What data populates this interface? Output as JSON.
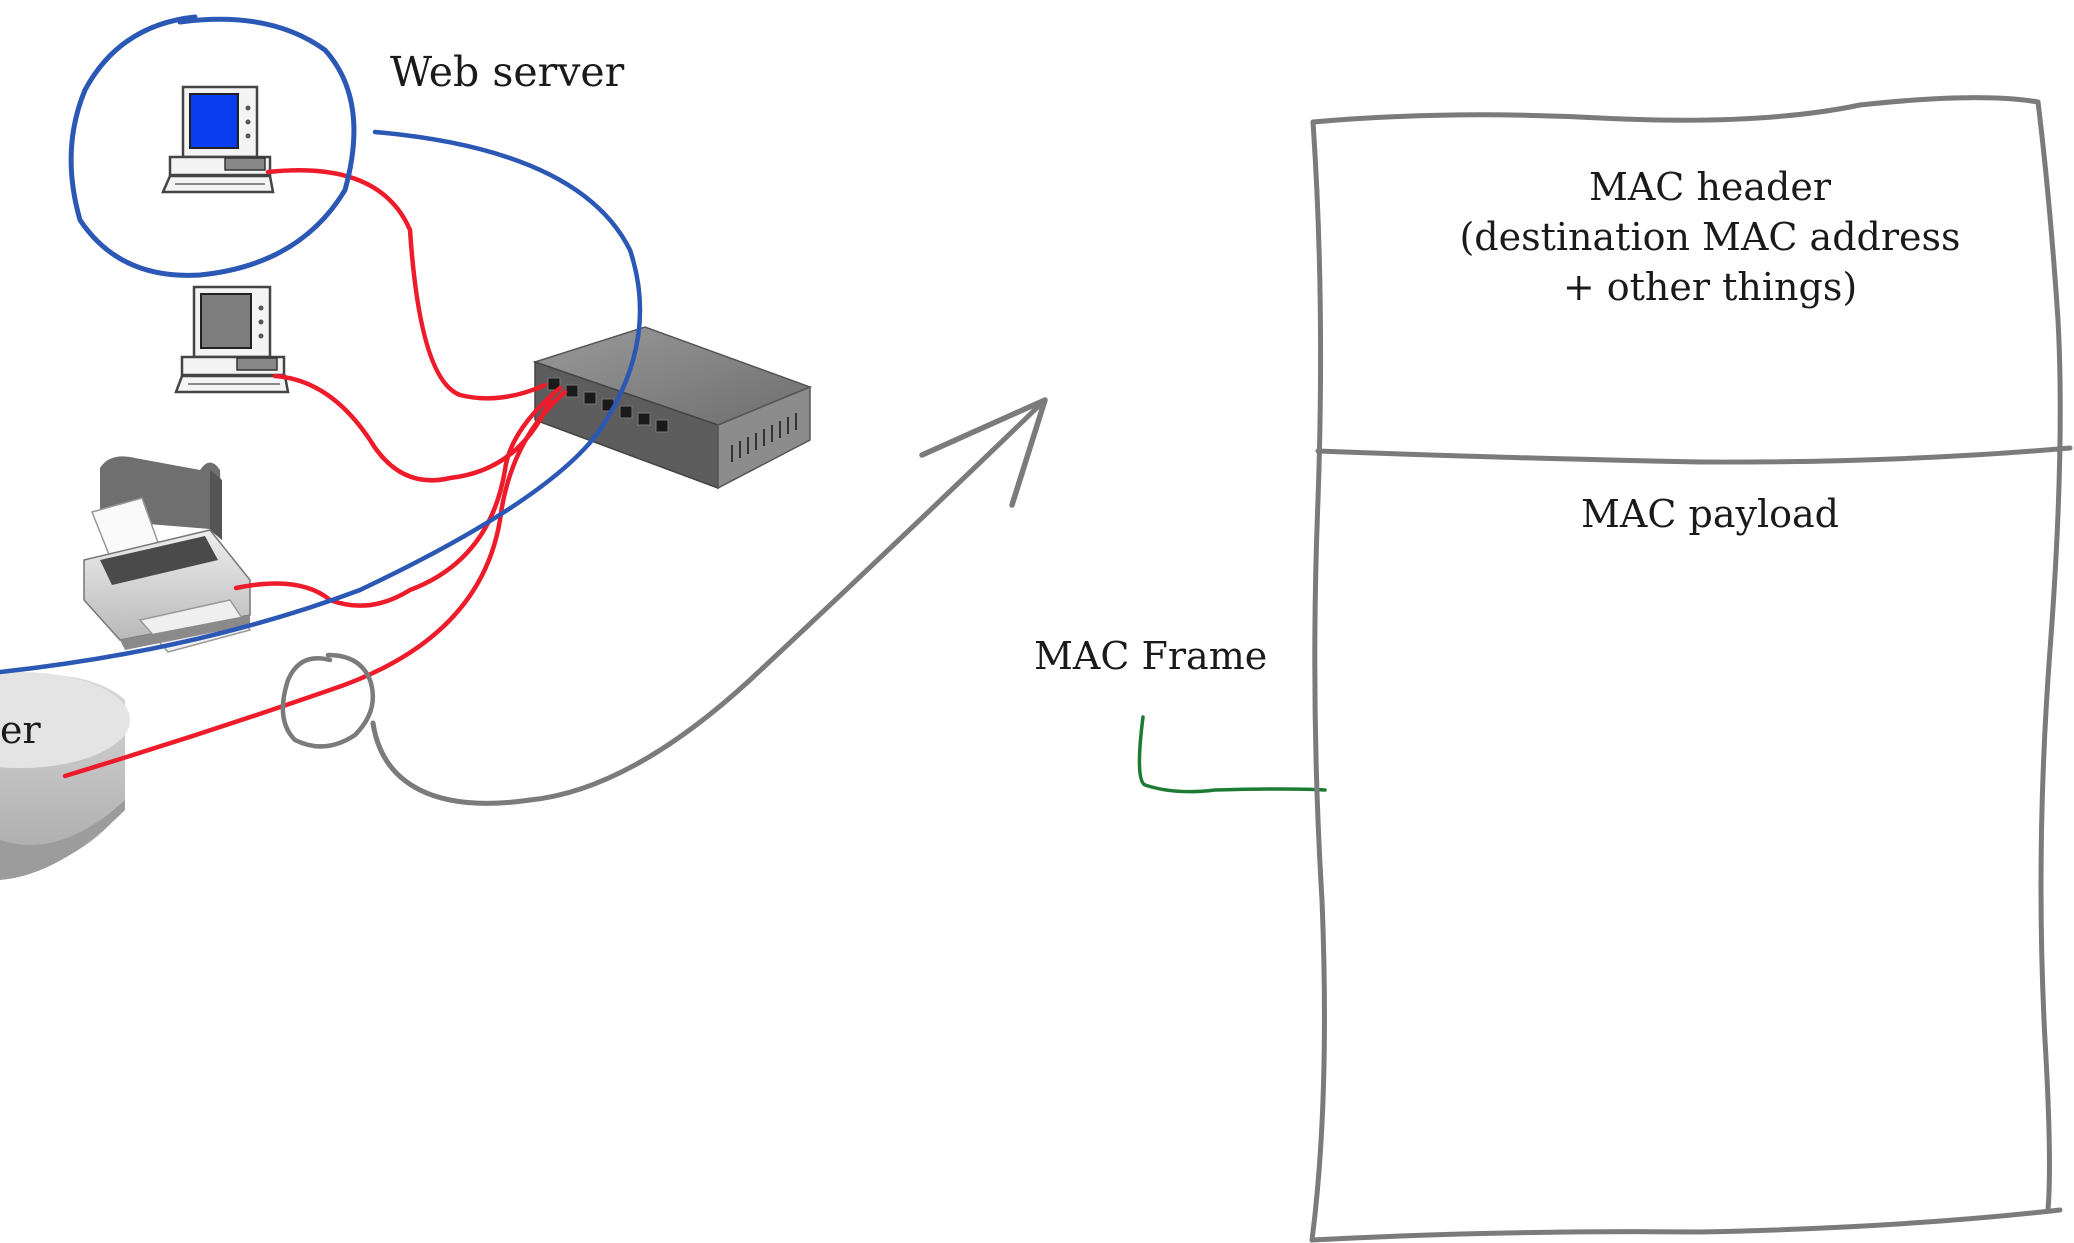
{
  "network": {
    "web_server_label": "Web server",
    "router_label_fragment": "er",
    "devices": [
      "web-server-computer",
      "computer",
      "printer",
      "switch",
      "router"
    ],
    "cable_colors": {
      "lan": "#ee1c2a",
      "uplink": "#2b58b5"
    },
    "highlight_color": "#2b58b5"
  },
  "annotation": {
    "arrow_color": "#7b7b7b",
    "connector_color": "#1d7a33",
    "frame_label": "MAC Frame"
  },
  "frame": {
    "header_lines": [
      "MAC header",
      "(destination MAC address",
      "+ other things)"
    ],
    "payload_label": "MAC payload",
    "outline_color": "#7b7b7b"
  }
}
